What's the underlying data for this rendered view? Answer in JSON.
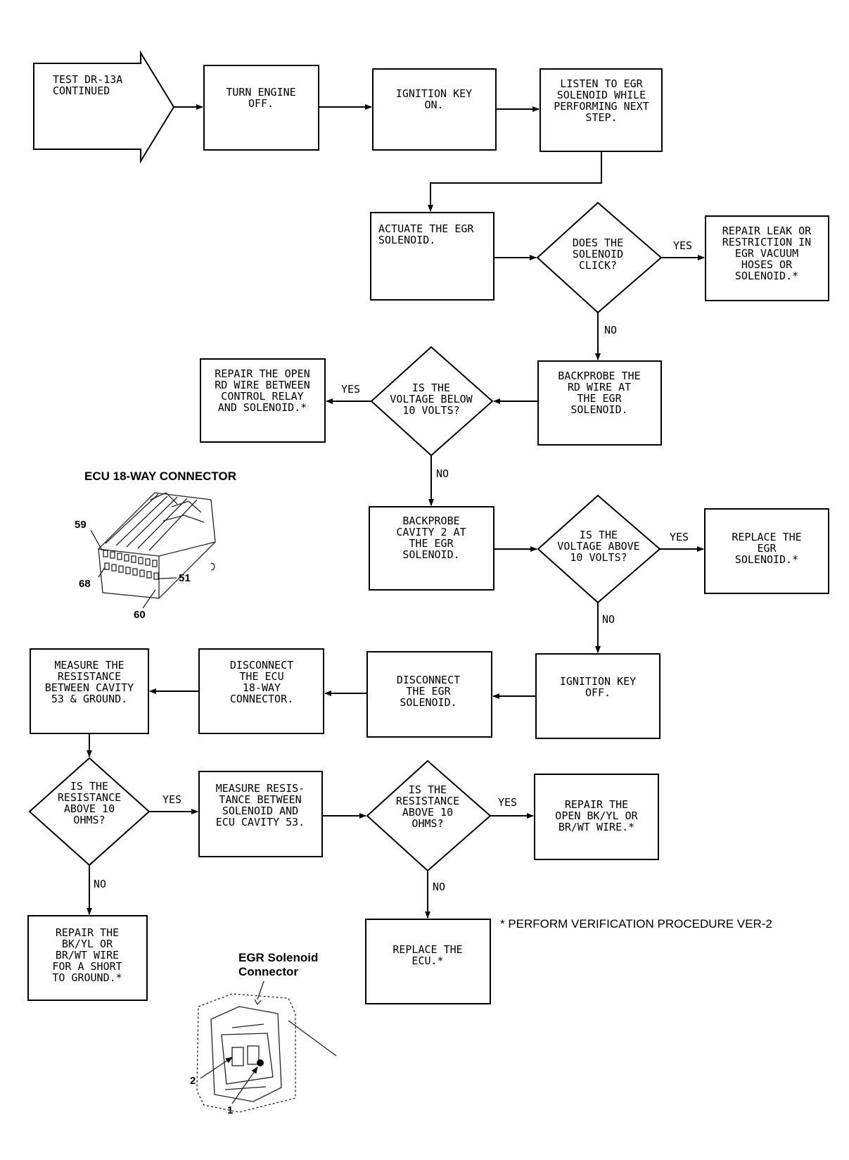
{
  "nodes": {
    "start": [
      "TEST DR-13A",
      "CONTINUED"
    ],
    "turn_off": [
      "TURN ENGINE",
      "OFF."
    ],
    "key_on": [
      "IGNITION KEY",
      "ON."
    ],
    "listen": [
      "LISTEN TO EGR",
      "SOLENOID WHILE",
      "PERFORMING NEXT",
      "STEP."
    ],
    "actuate": [
      "ACTUATE THE EGR",
      "SOLENOID."
    ],
    "click_q": [
      "DOES THE",
      "SOLENOID",
      "CLICK?"
    ],
    "repair_leak": [
      "REPAIR LEAK OR",
      "RESTRICTION IN",
      "EGR VACUUM",
      "HOSES OR",
      "SOLENOID.*"
    ],
    "backprobe_rd": [
      "BACKPROBE THE",
      "RD WIRE AT",
      "THE EGR",
      "SOLENOID."
    ],
    "volt_below_q": [
      "IS THE",
      "VOLTAGE BELOW",
      "10 VOLTS?"
    ],
    "repair_rd": [
      "REPAIR THE OPEN",
      "RD WIRE BETWEEN",
      "CONTROL RELAY",
      "AND SOLENOID.*"
    ],
    "backprobe_cav2": [
      "BACKPROBE",
      "CAVITY 2 AT",
      "THE EGR",
      "SOLENOID."
    ],
    "volt_above_q": [
      "IS THE",
      "VOLTAGE ABOVE",
      "10 VOLTS?"
    ],
    "replace_egr": [
      "REPLACE THE",
      "EGR",
      "SOLENOID.*"
    ],
    "key_off": [
      "IGNITION KEY",
      "OFF."
    ],
    "disc_egr": [
      "DISCONNECT",
      "THE EGR",
      "SOLENOID."
    ],
    "disc_ecu": [
      "DISCONNECT",
      "THE ECU",
      "18-WAY",
      "CONNECTOR."
    ],
    "measure_53": [
      "MEASURE THE",
      "RESISTANCE",
      "BETWEEN CAVITY",
      "53 & GROUND."
    ],
    "res_q1": [
      "IS THE",
      "RESISTANCE",
      "ABOVE 10",
      "OHMS?"
    ],
    "measure_sol": [
      "MEASURE RESIS-",
      "TANCE BETWEEN",
      "SOLENOID AND",
      "ECU CAVITY 53."
    ],
    "res_q2": [
      "IS THE",
      "RESISTANCE",
      "ABOVE 10",
      "OHMS?"
    ],
    "repair_open": [
      "REPAIR THE",
      "OPEN BK/YL OR",
      "BR/WT WIRE.*"
    ],
    "repair_short": [
      "REPAIR THE",
      "BK/YL OR",
      "BR/WT WIRE",
      "FOR A SHORT",
      "TO GROUND.*"
    ],
    "replace_ecu": [
      "REPLACE THE",
      "ECU.*"
    ]
  },
  "branch_labels": {
    "click_yes": "YES",
    "click_no": "NO",
    "below_yes": "YES",
    "below_no": "NO",
    "above_yes": "YES",
    "above_no": "NO",
    "res1_yes": "YES",
    "res1_no": "NO",
    "res2_yes": "YES",
    "res2_no": "NO"
  },
  "ecu_connector": {
    "title": "ECU 18-WAY CONNECTOR",
    "pin_labels": {
      "p59": "59",
      "p68": "68",
      "p51": "51",
      "p60": "60"
    }
  },
  "egr_connector": {
    "title_lines": [
      "EGR Solenoid",
      "Connector"
    ],
    "pin_labels": {
      "p2": "2",
      "p1": "1"
    }
  },
  "footnote": "* PERFORM VERIFICATION PROCEDURE VER-2"
}
